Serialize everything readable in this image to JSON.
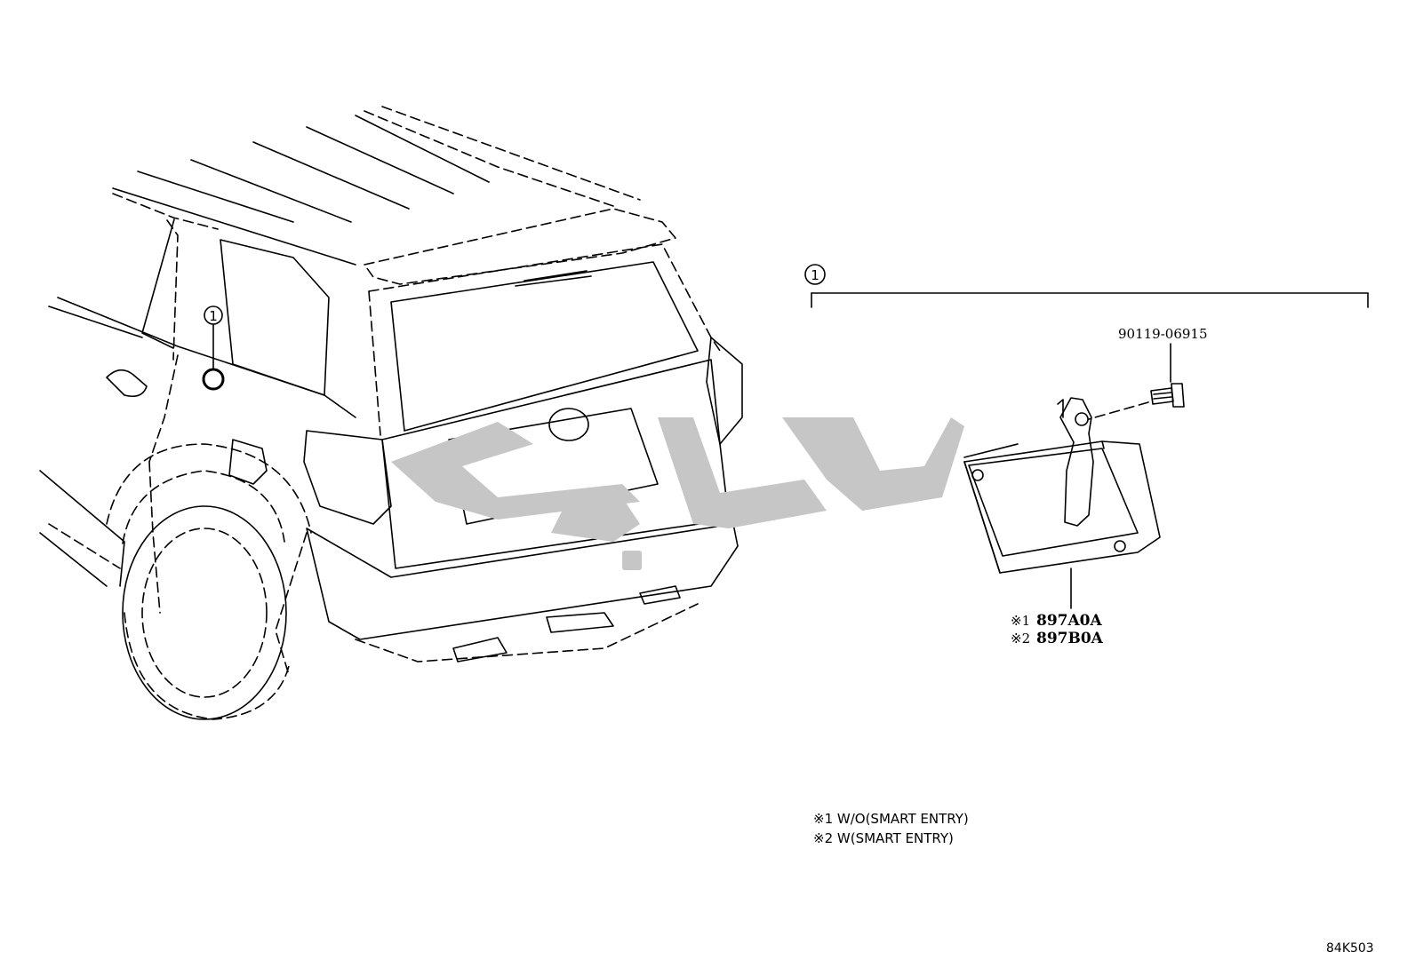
{
  "callouts": {
    "vehicle_marker": "1",
    "assembly_bracket": "1"
  },
  "parts": {
    "bolt_number": "90119-06915",
    "module_marker_1": "※1",
    "module_number_1": "897A0A",
    "module_marker_2": "※2",
    "module_number_2": "897B0A"
  },
  "notes": [
    "※1 W/O(SMART ENTRY)",
    "※2 W(SMART ENTRY)"
  ],
  "diagram_code": "84K503",
  "watermark": {
    "color": "#c6c6c6"
  }
}
